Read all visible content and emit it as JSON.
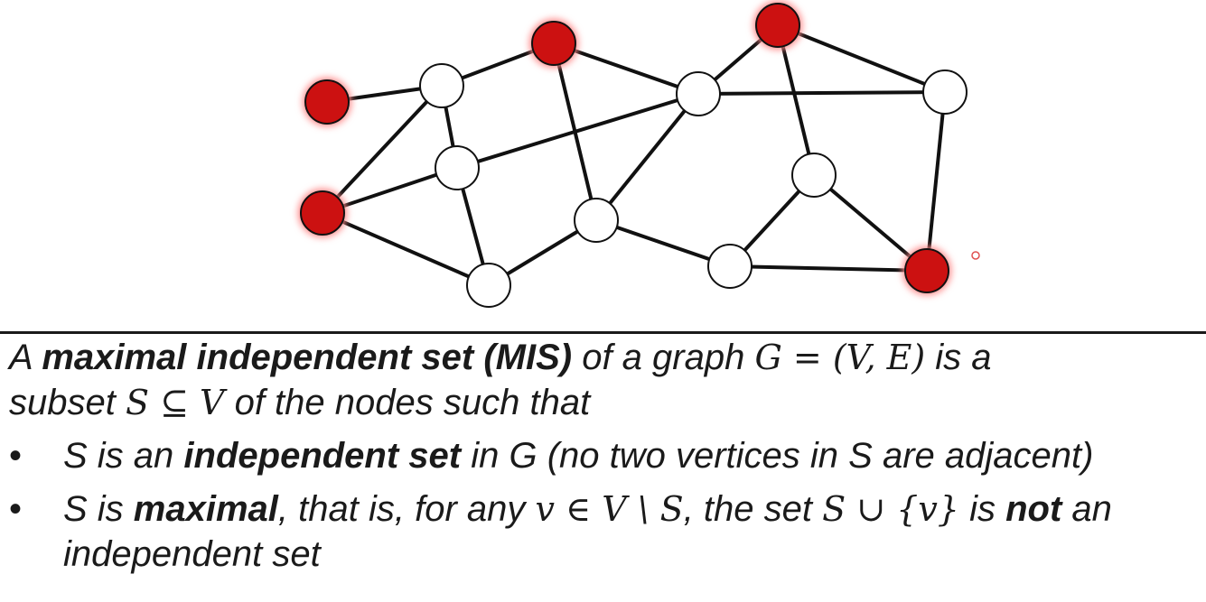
{
  "colors": {
    "selected_node": "#cc1111",
    "selected_glow": "#ff8888",
    "plain_node": "#ffffff",
    "edge": "#111111",
    "text": "#1a1a1a"
  },
  "graph": {
    "nodes": [
      {
        "id": "a",
        "selected": true
      },
      {
        "id": "b",
        "selected": false
      },
      {
        "id": "c",
        "selected": true
      },
      {
        "id": "d",
        "selected": false
      },
      {
        "id": "e",
        "selected": true
      },
      {
        "id": "f",
        "selected": false
      },
      {
        "id": "g",
        "selected": true
      },
      {
        "id": "h",
        "selected": false
      },
      {
        "id": "i",
        "selected": false
      },
      {
        "id": "j",
        "selected": false
      },
      {
        "id": "k",
        "selected": false
      },
      {
        "id": "l",
        "selected": false
      },
      {
        "id": "m",
        "selected": true
      }
    ],
    "edges": [
      [
        "a",
        "b"
      ],
      [
        "b",
        "c"
      ],
      [
        "b",
        "g"
      ],
      [
        "b",
        "h"
      ],
      [
        "c",
        "d"
      ],
      [
        "c",
        "i"
      ],
      [
        "d",
        "e"
      ],
      [
        "d",
        "f"
      ],
      [
        "d",
        "h"
      ],
      [
        "d",
        "i"
      ],
      [
        "e",
        "f"
      ],
      [
        "e",
        "k"
      ],
      [
        "f",
        "m"
      ],
      [
        "g",
        "h"
      ],
      [
        "g",
        "j"
      ],
      [
        "h",
        "j"
      ],
      [
        "i",
        "j"
      ],
      [
        "i",
        "l"
      ],
      [
        "k",
        "l"
      ],
      [
        "k",
        "m"
      ],
      [
        "l",
        "m"
      ]
    ]
  },
  "definition": {
    "line1": {
      "t1": "A ",
      "bold": "maximal independent set (MIS)",
      "t2": " of a graph ",
      "math": "G = (V, E)",
      "t3": " is a"
    },
    "line2": {
      "t1": "subset ",
      "math": "S ⊆ V",
      "t2": " of the nodes such that"
    }
  },
  "bullets": {
    "marker": "•",
    "b1": {
      "t1": "S is an ",
      "bold": "independent set",
      "t2": " in G (no two vertices in S are adjacent)"
    },
    "b2": {
      "t1": "S is ",
      "bold1": "maximal",
      "t2": ", that is, for any ",
      "math1": "v ∈ V \\ S",
      "t3": ", the set ",
      "math2": "S ∪ {v}",
      "t4": " is ",
      "bold2": "not",
      "t5": " an",
      "cont": "independent set"
    }
  }
}
